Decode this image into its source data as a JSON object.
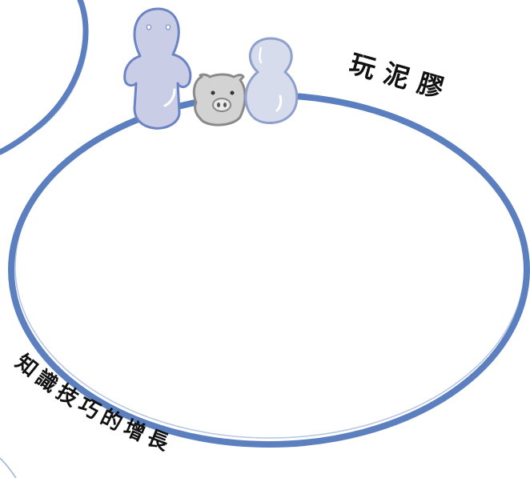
{
  "title_label": "玩泥膠",
  "arc_label": "知識技巧的增長",
  "colors": {
    "ring": "#5b7fbf",
    "figure_fill": "#c9cee6",
    "figure_outline": "#6d84c4",
    "pig_fill": "#cfcfcf",
    "pig_outline": "#8a8a8a",
    "text": "#111111"
  },
  "icons": [
    "clay-person-figure",
    "clay-pig-figure",
    "clay-gourd-figure"
  ]
}
